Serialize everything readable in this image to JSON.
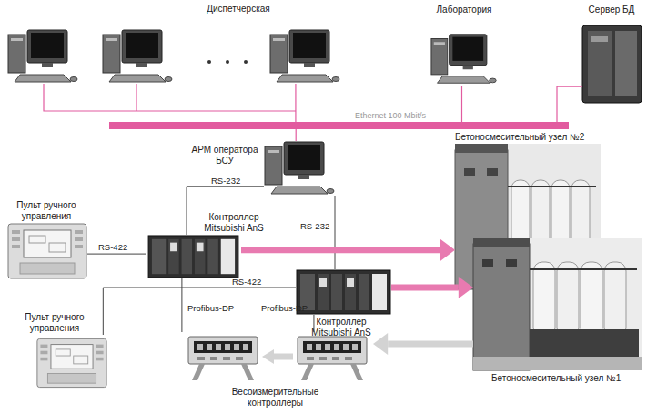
{
  "diagram": {
    "nodes": [
      {
        "text": [
          "Диспетчерская"
        ]
      },
      {
        "text": [
          "Лаборатория"
        ]
      },
      {
        "text": [
          "Сервер БД"
        ]
      },
      {
        "text": [
          "Ethernet 100 Mbit/s"
        ]
      },
      {
        "text": [
          "АРМ оператора БСУ"
        ]
      },
      {
        "text": [
          "Пульт ручного управления"
        ]
      },
      {
        "text": [
          "Контроллер Mitsubishi AnS"
        ]
      },
      {
        "text": [
          "Контроллер Mitsubishi AnS"
        ]
      },
      {
        "text": [
          "Пульт ручного управления"
        ]
      },
      {
        "text": [
          "Бетоносмесительный узел №2"
        ]
      },
      {
        "text": [
          "Бетоносмесительный узел №1"
        ]
      },
      {
        "text": [
          "Весоизмерительные контроллеры"
        ]
      }
    ],
    "edges": [
      {
        "from": 0,
        "to": 3,
        "arrow": "none"
      },
      {
        "from": 1,
        "to": 3,
        "arrow": "none"
      },
      {
        "from": 2,
        "to": 3,
        "arrow": "none"
      },
      {
        "from": 4,
        "to": 3,
        "arrow": "none"
      },
      {
        "from": 4,
        "to": 6,
        "label": "RS-232",
        "arrow": "none"
      },
      {
        "from": 4,
        "to": 7,
        "label": "RS-232",
        "arrow": "none"
      },
      {
        "from": 5,
        "to": 6,
        "label": "RS-422",
        "arrow": "none"
      },
      {
        "from": 8,
        "to": 7,
        "label": "RS-422",
        "arrow": "none"
      },
      {
        "from": 6,
        "to": 11,
        "label": "Profibus-DP",
        "arrow": "none"
      },
      {
        "from": 7,
        "to": 11,
        "label": "Profibus-DP",
        "arrow": "none"
      },
      {
        "from": 6,
        "to": 9,
        "arrow": "to"
      },
      {
        "from": 7,
        "to": 10,
        "arrow": "to"
      },
      {
        "from": 10,
        "to": 11,
        "arrow": "to"
      }
    ]
  }
}
